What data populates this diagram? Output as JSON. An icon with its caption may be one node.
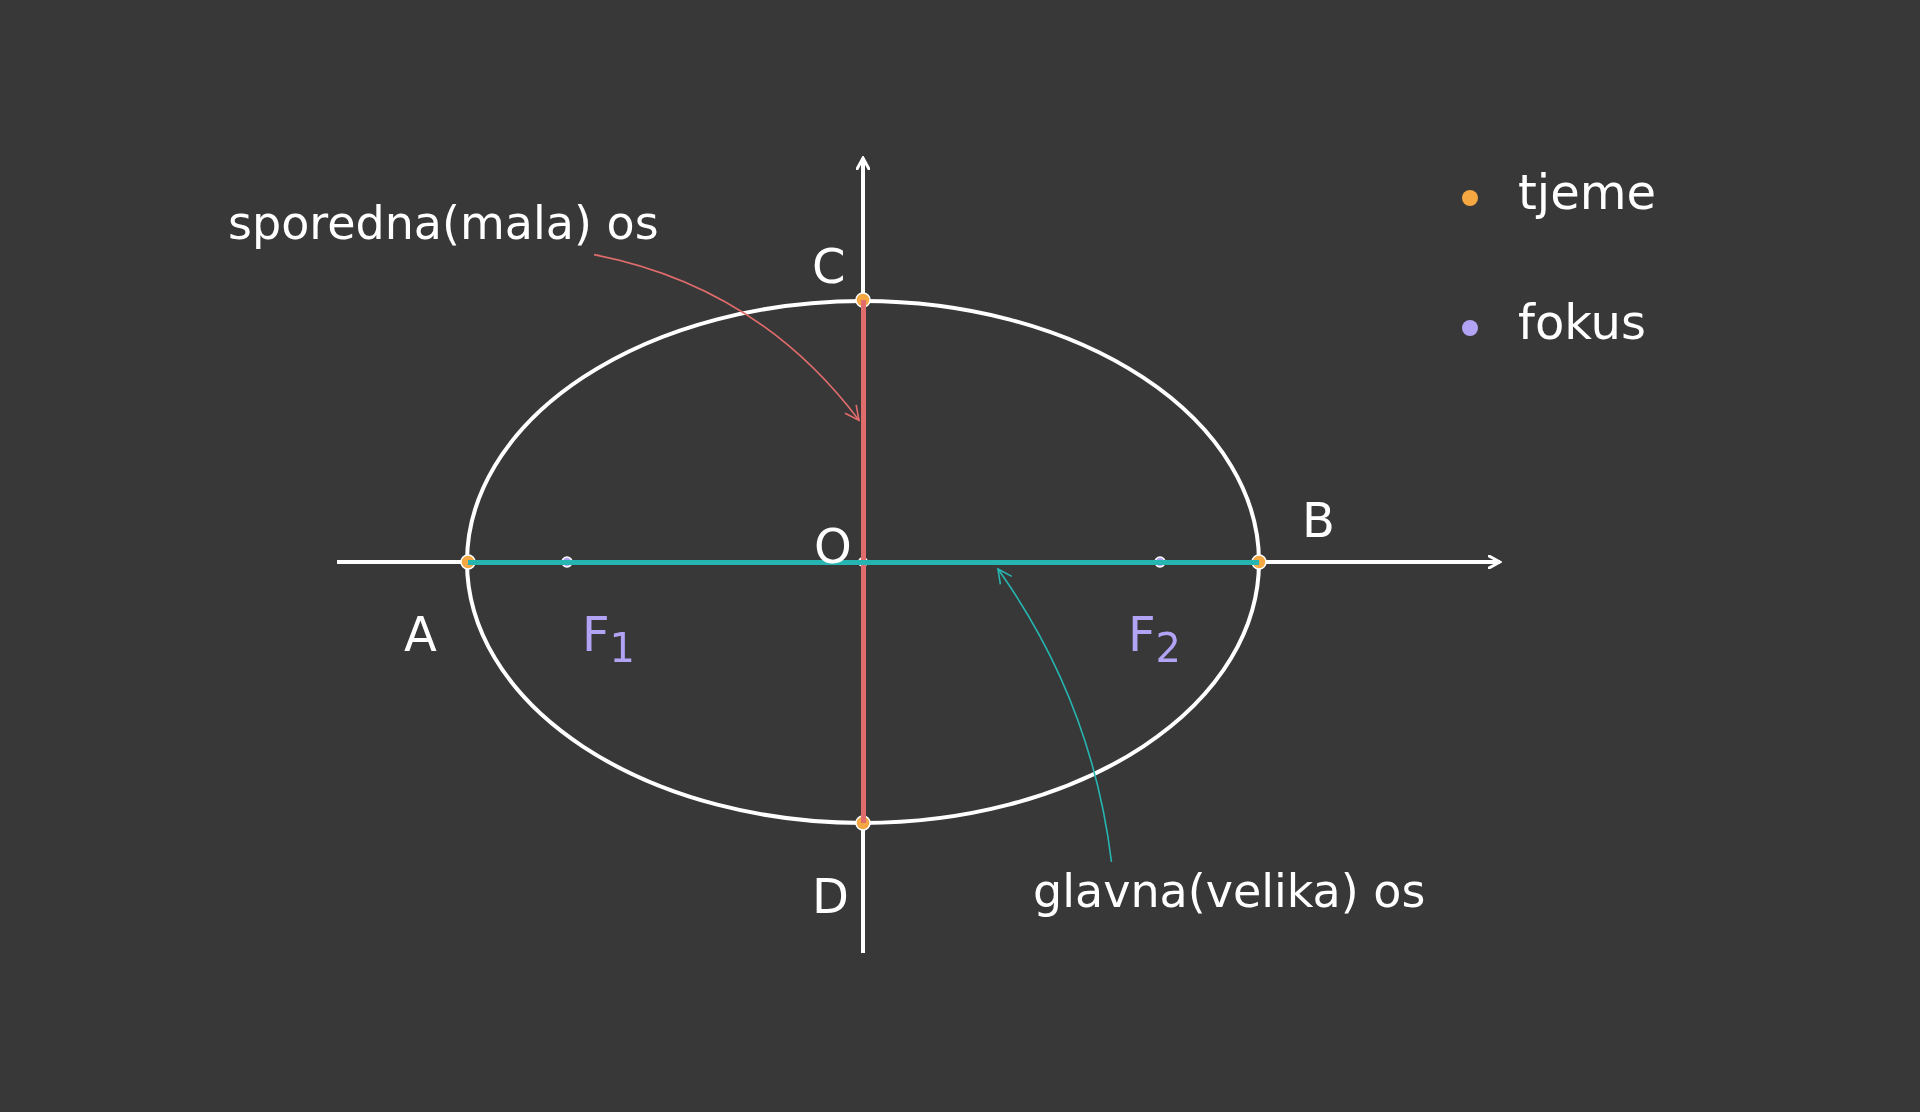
{
  "diagram": {
    "nodes": [
      {
        "text": [
          "sporedna(mala) os"
        ]
      },
      {
        "text": [],
        "shape": "bar"
      },
      {
        "text": [
          "glavna(velika) os"
        ]
      },
      {
        "text": [],
        "shape": "bar"
      }
    ],
    "edges": [
      {
        "from": 0,
        "to": 1,
        "arrow": "to",
        "color": "#e06c6c"
      },
      {
        "from": 2,
        "to": 3,
        "arrow": "to",
        "color": "#26b5b0"
      }
    ],
    "labels": [
      "C",
      "O",
      "B",
      "A",
      "F$_{1}$",
      "F$_{2}$",
      "D"
    ],
    "legend": [
      {
        "text": "tjeme",
        "color": "#f5a742"
      },
      {
        "text": "fokus",
        "color": "#b3a3f5"
      }
    ]
  }
}
